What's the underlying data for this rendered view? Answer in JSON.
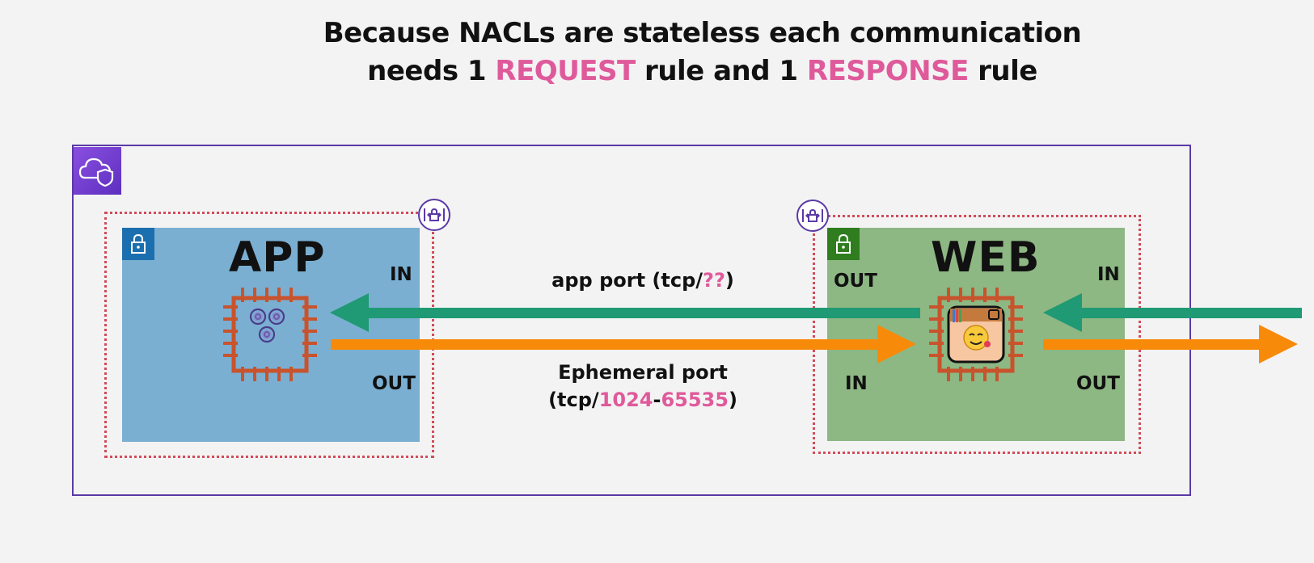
{
  "title": {
    "line1": "Because NACLs are stateless each communication",
    "line2_a": "needs 1 ",
    "line2_request": "REQUEST",
    "line2_b": " rule and 1 ",
    "line2_response": "RESPONSE",
    "line2_c": " rule"
  },
  "app": {
    "label": "APP",
    "in": "IN",
    "out": "OUT",
    "icon": "ec2-chip-gears-icon"
  },
  "web": {
    "label": "WEB",
    "in_right": "IN",
    "out_right": "OUT",
    "out_left": "OUT",
    "in_left": "IN",
    "icon": "ec2-chip-web-icon"
  },
  "request_caption": {
    "prefix": "app port (tcp/",
    "value": "??",
    "suffix": ")"
  },
  "response_caption": {
    "line1": "Ephemeral port",
    "line2_prefix": "(tcp/",
    "low": "1024",
    "dash": "-",
    "high": "65535",
    "line2_suffix": ")"
  },
  "colors": {
    "request_arrow": "#1f9a74",
    "response_arrow": "#f88a0a",
    "highlight": "#df5a9b",
    "app_subnet": "#7aafd2",
    "web_subnet": "#8db783",
    "vpc_border": "#5b3aa6",
    "nacl_border": "#d24b5a"
  }
}
